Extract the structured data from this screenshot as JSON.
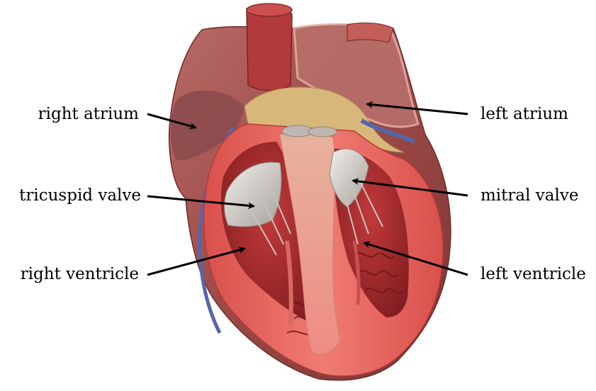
{
  "labels": {
    "right_atrium": "right atrium",
    "tricuspid_valve": "tricuspid valve",
    "right_ventricle": "right ventricle",
    "left_atrium": "left atrium",
    "mitral_valve": "mitral valve",
    "left_ventricle": "left ventricle"
  },
  "colors": {
    "background": "#ffffff",
    "label_text": "#000000",
    "arrow": "#000000",
    "myocardium_outer": "#9b4a47",
    "myocardium_cut": "#e8635e",
    "chamber_interior": "#a3262a",
    "trabeculae": "#7a1418",
    "valve_leaflet": "#d9d4cf",
    "fat_tissue": "#d8b77a",
    "aorta": "#b23a3c",
    "vein_blue": "#5566aa"
  }
}
